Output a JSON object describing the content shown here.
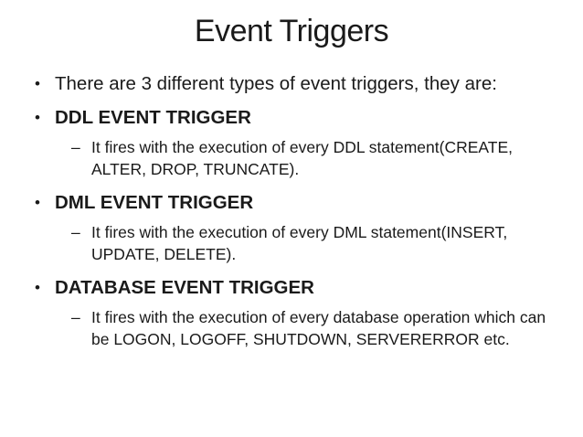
{
  "slide": {
    "title": "Event Triggers",
    "bullet_glyph": "•",
    "dash_glyph": "–",
    "colors": {
      "text": "#1a1a1a",
      "background": "#ffffff"
    },
    "bullets": [
      {
        "text": "There are 3 different types of event triggers, they are:",
        "bold": false
      },
      {
        "text": "DDL EVENT TRIGGER",
        "bold": true,
        "sub": "It fires with the execution of every DDL statement(CREATE, ALTER, DROP, TRUNCATE)."
      },
      {
        "text": "DML EVENT TRIGGER",
        "bold": true,
        "sub": "It fires with the execution of every DML statement(INSERT, UPDATE, DELETE)."
      },
      {
        "text": "DATABASE EVENT TRIGGER",
        "bold": true,
        "sub": "It fires with the execution of every database operation which can be LOGON, LOGOFF, SHUTDOWN, SERVERERROR etc."
      }
    ]
  }
}
